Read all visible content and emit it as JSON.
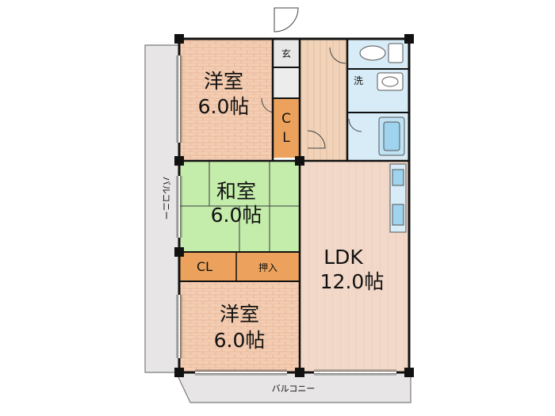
{
  "rooms": {
    "western_top": {
      "name": "洋室",
      "size": "6.0帖"
    },
    "japanese": {
      "name": "和室",
      "size": "6.0帖"
    },
    "western_bottom": {
      "name": "洋室",
      "size": "6.0帖"
    },
    "ldk": {
      "name": "LDK",
      "size": "12.0帖"
    }
  },
  "labels": {
    "closet_vertical_1": "C",
    "closet_vertical_2": "L",
    "closet_horizontal": "CL",
    "oshiire": "押入",
    "genkan": "玄",
    "senmen": "洗",
    "balcony_side": "バルコニー",
    "balcony_bottom": "バルコニー"
  },
  "colors": {
    "western_room": "#f4cdb2",
    "japanese_room": "#c4ecaa",
    "closet": "#eca25c",
    "ldk_floor": "#f2d8c8",
    "corridor": "#f1d3b9",
    "wet_area": "#d7ecf7",
    "balcony": "#e7e5e5",
    "wall": "#111111"
  }
}
